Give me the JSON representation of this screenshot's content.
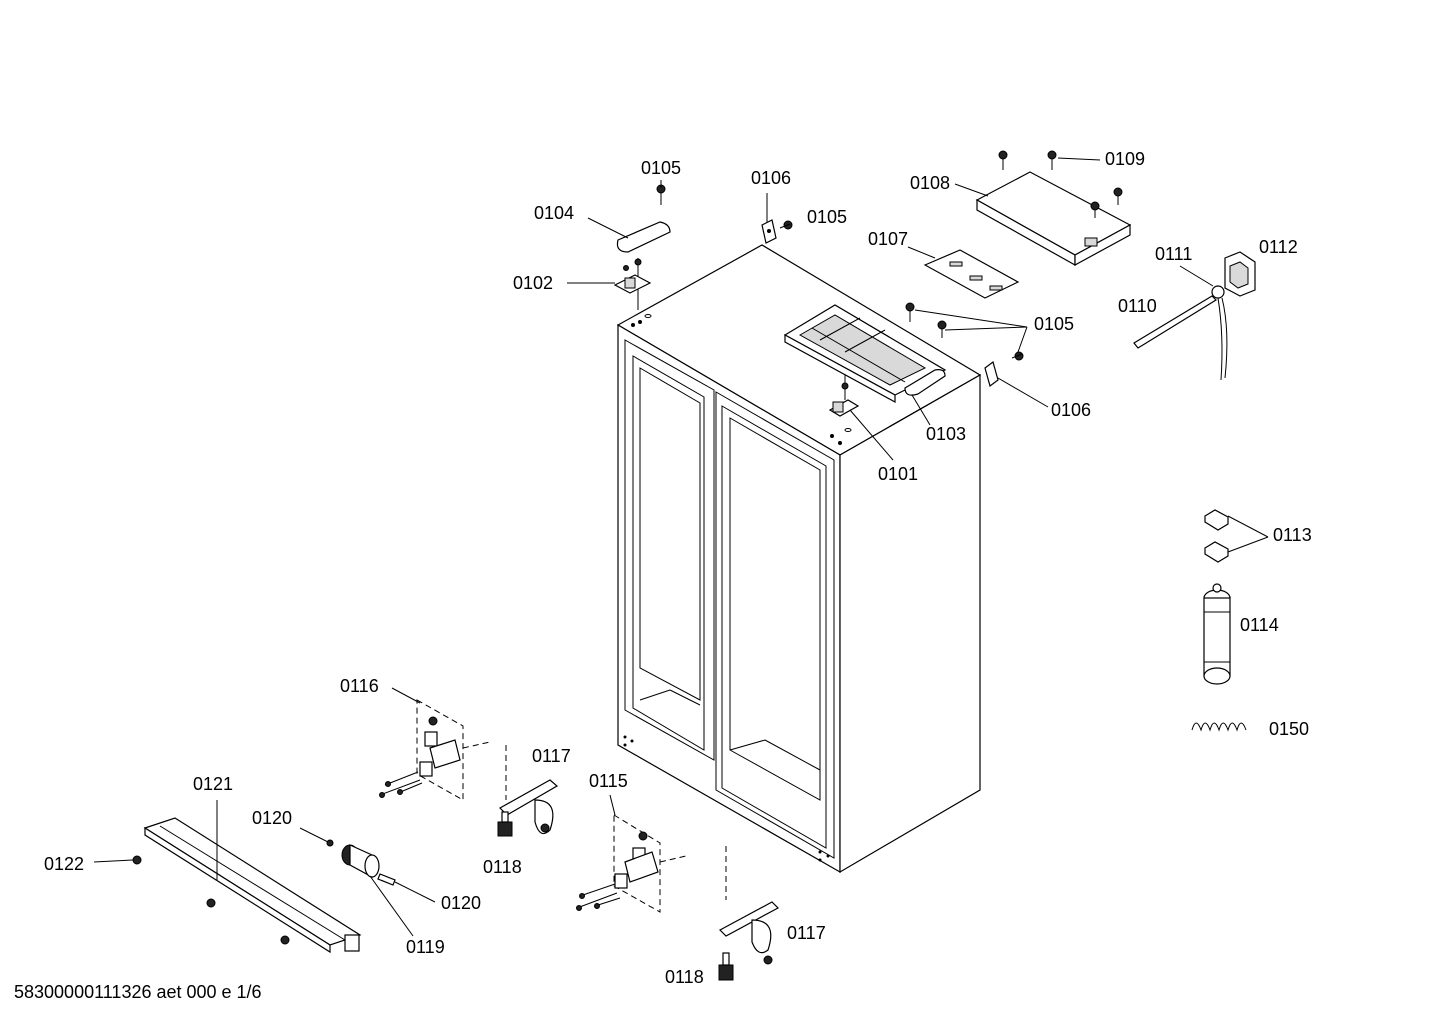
{
  "labels": {
    "p0101": "0101",
    "p0102": "0102",
    "p0103": "0103",
    "p0104": "0104",
    "p0105a": "0105",
    "p0105b": "0105",
    "p0105c": "0105",
    "p0106a": "0106",
    "p0106b": "0106",
    "p0107": "0107",
    "p0108": "0108",
    "p0109": "0109",
    "p0110": "0110",
    "p0111": "0111",
    "p0112": "0112",
    "p0113": "0113",
    "p0114": "0114",
    "p0150": "0150",
    "p0115": "0115",
    "p0116": "0116",
    "p0117a": "0117",
    "p0117b": "0117",
    "p0118a": "0118",
    "p0118b": "0118",
    "p0119": "0119",
    "p0120a": "0120",
    "p0120b": "0120",
    "p0121": "0121",
    "p0122": "0122"
  },
  "footer": "58300000111326 aet 000 e 1/6"
}
